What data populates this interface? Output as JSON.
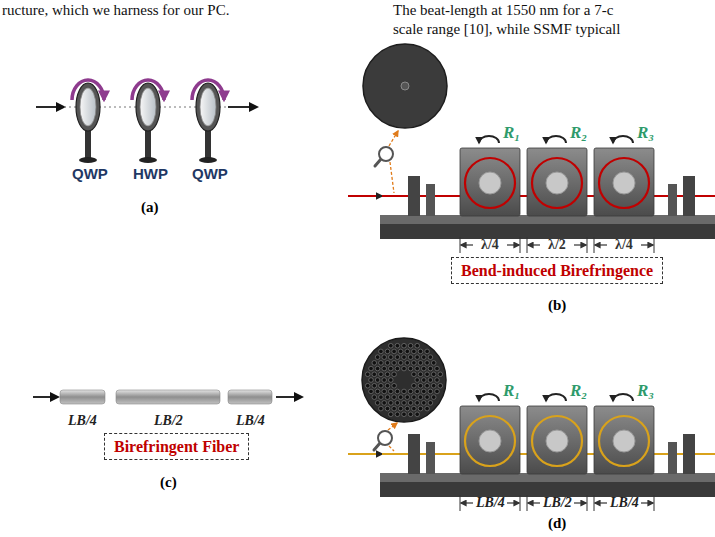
{
  "diagram": {
    "nodes": [
      {
        "text": [
          "Bend-induced Birefringence"
        ]
      },
      {
        "text": [
          "Birefringent Fiber"
        ]
      }
    ],
    "labels": [
      "ructure, which we harness for our PC.",
      "The beat-length at 1550 nm for a 7-c",
      "scale range [10], while SSMF typicall",
      "QWP",
      "HWP",
      "QWP",
      "(a)",
      "R₁",
      "R₂",
      "R₃",
      "λ/4",
      "λ/2",
      "λ/4",
      "(b)",
      "LB/4",
      "LB/2",
      "LB/4",
      "(c)",
      "R₁",
      "R₂",
      "R₃",
      "LB/4",
      "LB/2",
      "LB/4",
      "(d)"
    ]
  }
}
